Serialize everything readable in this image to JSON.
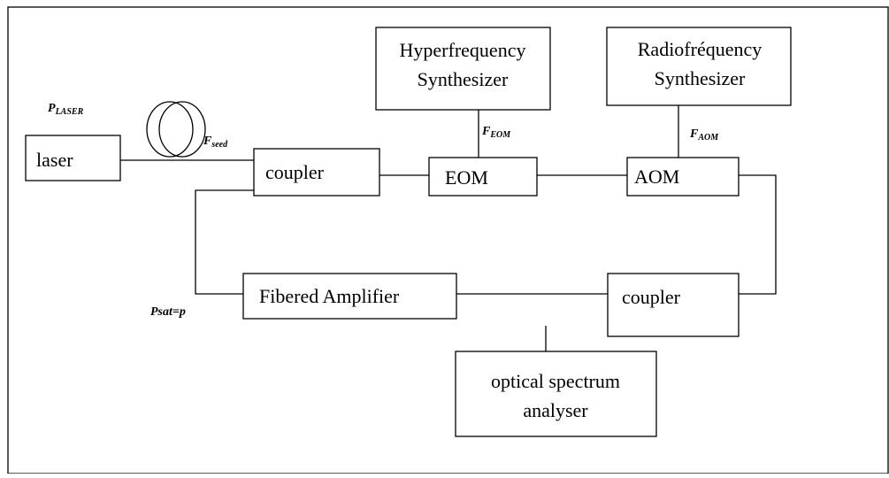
{
  "blocks": {
    "laser": "laser",
    "coupler_top": "coupler",
    "eom": "EOM",
    "aom": "AOM",
    "hyper": {
      "line1": "Hyperfrequency",
      "line2": "Synthesizer"
    },
    "radio": {
      "line1": "Radiofréquency",
      "line2": "Synthesizer"
    },
    "amplifier": "Fibered Amplifier",
    "coupler_bottom": "coupler",
    "osa": {
      "line1": "optical spectrum",
      "line2": "analyser"
    }
  },
  "labels": {
    "p_laser": {
      "main": "P",
      "sub": "LASER"
    },
    "f_seed": {
      "main": "F",
      "sub": "seed"
    },
    "f_eom": {
      "main": "F",
      "sub": "EOM"
    },
    "f_aom": {
      "main": "F",
      "sub": "AOM"
    },
    "psat": "Psat=p"
  }
}
